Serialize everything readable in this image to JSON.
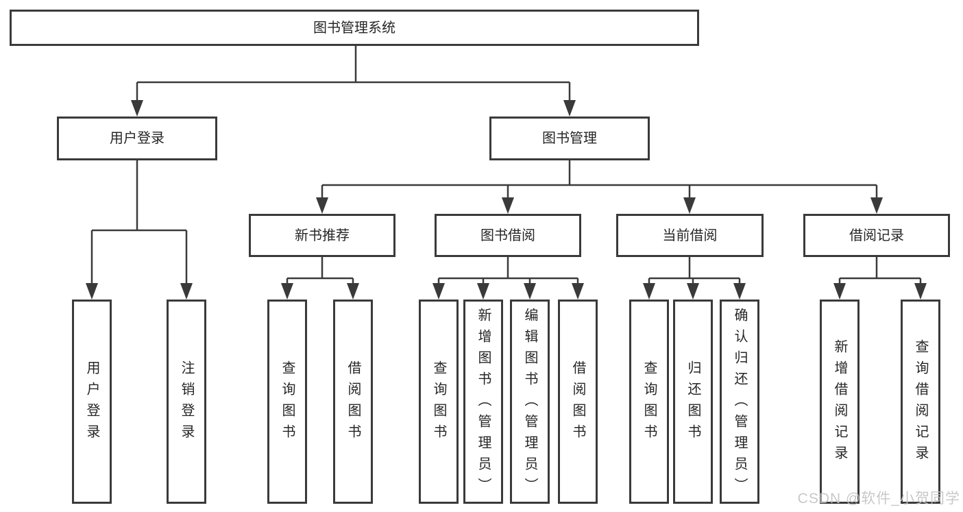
{
  "tree": {
    "label": "图书管理系统",
    "children": [
      {
        "label": "用户登录",
        "children": [
          {
            "label": "用户登录"
          },
          {
            "label": "注销登录"
          }
        ]
      },
      {
        "label": "图书管理",
        "children": [
          {
            "label": "新书推荐",
            "children": [
              {
                "label": "查询图书"
              },
              {
                "label": "借阅图书"
              }
            ]
          },
          {
            "label": "图书借阅",
            "children": [
              {
                "label": "查询图书"
              },
              {
                "label": "新增图书（管理员）"
              },
              {
                "label": "编辑图书（管理员）"
              },
              {
                "label": "借阅图书"
              }
            ]
          },
          {
            "label": "当前借阅",
            "children": [
              {
                "label": "查询图书"
              },
              {
                "label": "归还图书"
              },
              {
                "label": "确认归还（管理员）"
              }
            ]
          },
          {
            "label": "借阅记录",
            "children": [
              {
                "label": "新增借阅记录"
              },
              {
                "label": "查询借阅记录"
              }
            ]
          }
        ]
      }
    ]
  },
  "watermark": {
    "text": "CSDN @软件_小贺同学"
  },
  "colors": {
    "line": "#3a3a3a",
    "box_border": "#3a3a3a",
    "text": "#262626",
    "background": "#ffffff",
    "watermark": "#c3c3c3"
  }
}
